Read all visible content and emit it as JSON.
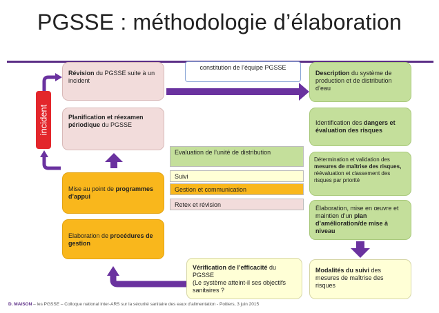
{
  "title": "PGSSE : méthodologie d’élaboration",
  "incident_label": "incident",
  "boxes": {
    "revision": {
      "b1": "Révision",
      "t1": " du PGSSE suite à un incident"
    },
    "planification": {
      "b1": "Planification et réexamen périodique",
      "t1": " du PGSSE"
    },
    "programmes": {
      "t1": "Mise au point de ",
      "b1": "programmes d’appui"
    },
    "procedures": {
      "t1": "Elaboration de ",
      "b1": "procédures de gestion"
    },
    "constitution": {
      "t1": "constitution de l’équipe PGSSE"
    },
    "description": {
      "b1": "Description",
      "t1": " du système de production et de distribution d’eau"
    },
    "dangers": {
      "t1": "Identification des ",
      "b1": "dangers et évaluation des risques"
    },
    "mesures": {
      "t1": "Détermination et validation des ",
      "b1": "mesures de maîtrise des risques,",
      "t2": " réévaluation et classement des risques par priorité"
    },
    "plan": {
      "t1": "Élaboration, mise en œuvre et maintien d’un ",
      "b1": "plan d’amélioration/de mise à niveau"
    },
    "modalites": {
      "b1": "Modalités du suivi",
      "t1": " des mesures de maîtrise des risques"
    },
    "verification": {
      "b1": "Vérification de l’efficacité",
      "t1": " du PGSSE",
      "t2": "(Le système atteint-il ses objectifs sanitaires ?"
    }
  },
  "bars": {
    "evaluation": "Evaluation de l’unité de distribution",
    "suivi": "Suivi",
    "gestion": "Gestion et communication",
    "retex": "Retex et révision"
  },
  "footer": {
    "author": "D. MAISON",
    "text": " – les PGSSE – Colloque national inter-ARS sur la sécurité sanitaire des eaux d’alimentation - Poitiers, 3 juin 2015"
  },
  "colors": {
    "arrow": "#6a329f",
    "rule": "#5b2d86",
    "incident": "#e3262b"
  }
}
